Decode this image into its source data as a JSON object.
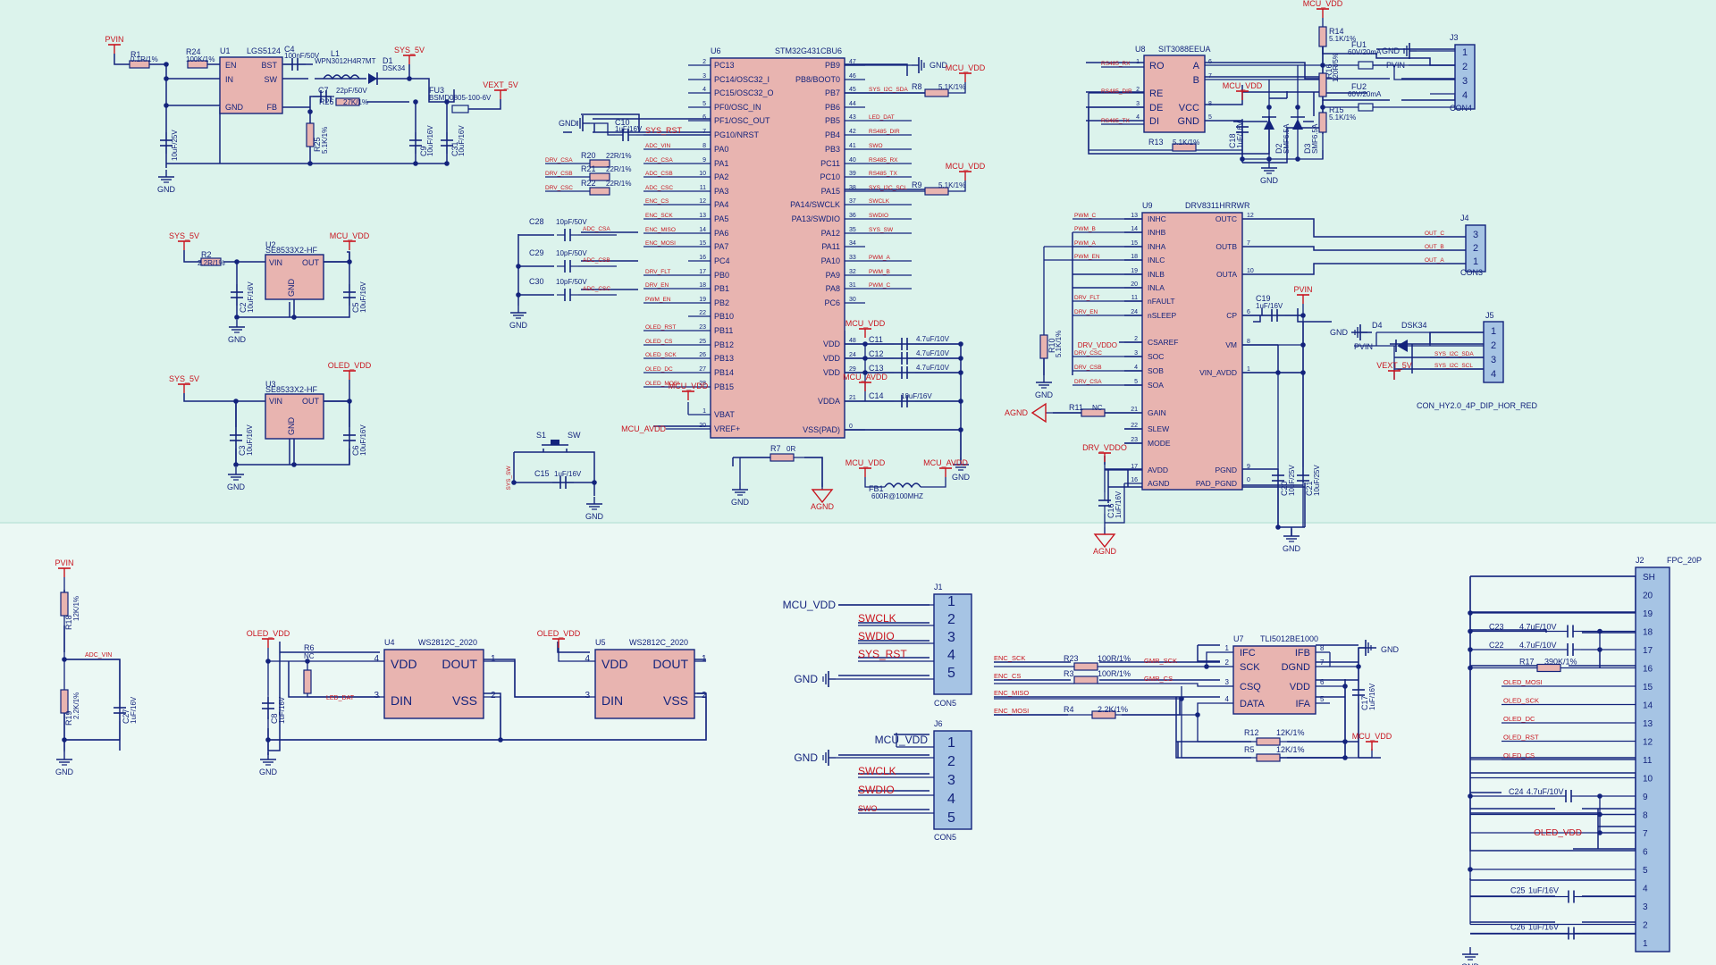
{
  "colors": {
    "background": "#ebf8f4",
    "zone": "#dcf3ec",
    "wire": "#13237c",
    "net": "#c8141e",
    "chip": "#e8b4b0",
    "conn": "#a6c4e4",
    "text": "#13237c"
  },
  "nets": {
    "pvin": "PVIN",
    "sys5v": "SYS_5V",
    "vext5v": "VEXT_5V",
    "mcuvdd": "MCU_VDD",
    "oledvdd": "OLED_VDD",
    "gnd": "GND",
    "agnd": "AGND",
    "mcuavdd": "MCU_AVDD",
    "drvvddo": "DRV_VDDO",
    "adcvin": "ADC_VIN",
    "leddat": "LED_DAT"
  },
  "parts": {
    "r1": "R1",
    "r1v": "0.1R/1%",
    "r24": "R24",
    "r24v": "100K/1%",
    "u1": "U1",
    "u1v": "LGS5124",
    "c4": "C4",
    "c4v": "100nF/50V",
    "l1": "L1",
    "l1v": "WPN3012H4R7MT",
    "d1": "D1",
    "d1v": "DSK34",
    "c7": "C7",
    "c7v": "22pF/50V",
    "r26": "R26",
    "r26v": "27K/1%",
    "fu3": "FU3",
    "fu3v": "BSMD0805-100-6V",
    "r25": "R25",
    "r25v": "5.1K/1%",
    "c10": "C10",
    "c9": "C9",
    "c31": "C31",
    "c10uf25": "10uF/25V",
    "c10uf16": "10uF/16V",
    "u2": "U2",
    "u3": "U3",
    "se8533": "SE8533X2-HF",
    "r2": "R2",
    "r2v": "2.2R/1%",
    "c2": "C2",
    "c5": "C5",
    "c3": "C3",
    "c6": "C6",
    "u6": "U6",
    "u6v": "STM32G431CBU6",
    "c10b": "C10",
    "c10bv": "1uF/16V",
    "r20": "R20",
    "r21": "R21",
    "r22": "R22",
    "r22v": "22R/1%",
    "c28": "C28",
    "c29": "C29",
    "c30": "C30",
    "c10pf": "10pF/50V",
    "r8": "R8",
    "r9": "R9",
    "r51k": "5.1K/1%",
    "c11": "C11",
    "c12": "C12",
    "c13": "C13",
    "c47": "4.7uF/10V",
    "c14": "C14",
    "c14v": "10uF/16V",
    "s1": "S1",
    "sw": "SW",
    "c15": "C15",
    "c15v": "1uF/16V",
    "r7": "R7",
    "r7v": "0R",
    "fb1": "FB1",
    "fb1v": "600R@100MHZ",
    "u8": "U8",
    "u8v": "SIT3088EEUA",
    "r14": "R14",
    "r15": "R15",
    "r16": "R16",
    "r16v": "120R/5%",
    "fu1": "FU1",
    "fu2": "FU2",
    "fuv": "60V/20mA",
    "c18": "C18",
    "c18v": "1uF/16V",
    "r13": "R13",
    "d2": "D2",
    "d3": "D3",
    "smf": "SMF6.5A",
    "j3": "J3",
    "con4": "CON4",
    "u9": "U9",
    "u9v": "DRV8311HRRWR",
    "j4": "J4",
    "con3": "CON3",
    "r10": "R10",
    "r11": "R11",
    "nc": "NC",
    "c19": "C19",
    "c19v": "1uF/16V",
    "c16": "C16",
    "c16v": "1uF/16V",
    "c20": "C20",
    "c21": "C21",
    "d4": "D4",
    "d4v": "DSK34",
    "j5": "J5",
    "j5v": "CON_HY2.0_4P_DIP_HOR_RED",
    "r18": "R18",
    "r18v": "12K/1%",
    "r19": "R19",
    "r19v": "2.2K/1%",
    "c27": "C27",
    "c27v": "1uF/16V",
    "r6": "R6",
    "r6v": "NC",
    "c8": "C8",
    "c8v": "1uF/16V",
    "u4": "U4",
    "u5": "U5",
    "ws": "WS2812C_2020",
    "j1": "J1",
    "j6": "J6",
    "con5": "CON5",
    "u7": "U7",
    "u7v": "TLI5012BE1000",
    "r23": "R23",
    "r3": "R3",
    "r100": "100R/1%",
    "r4": "R4",
    "r4v": "2.2K/1%",
    "r12": "R12",
    "r5": "R5",
    "r12k": "12K/1%",
    "c17": "C17",
    "c17v": "1uF/16V",
    "j2": "J2",
    "j2v": "FPC_20P",
    "r17": "R17",
    "r17v": "390K/1%",
    "c23": "C23",
    "c22": "C22",
    "c24": "C24",
    "c25": "C25",
    "c26": "C26",
    "c1uf": "1uF/16V"
  },
  "pins": {
    "u1_left": [
      "EN",
      "IN",
      "GND"
    ],
    "u1_right": [
      "BST",
      "SW",
      "FB"
    ],
    "ldo": [
      "VIN",
      "OUT",
      "GND"
    ],
    "u6_left": [
      "PC13",
      "PC14/OSC32_I",
      "PC15/OSC32_O",
      "PF0/OSC_IN",
      "PF1/OSC_OUT",
      "PG10/NRST",
      "PA0",
      "PA1",
      "PA2",
      "PA3",
      "PA4",
      "PA5",
      "PA6",
      "PA7",
      "PC4",
      "PB0",
      "PB1",
      "PB2",
      "PB10",
      "PB11",
      "PB12",
      "PB13",
      "PB14",
      "PB15",
      "VBAT",
      "VREF+"
    ],
    "u6_left_num": [
      "2",
      "3",
      "4",
      "5",
      "6",
      "7",
      "8",
      "9",
      "10",
      "11",
      "12",
      "13",
      "14",
      "15",
      "16",
      "17",
      "18",
      "19",
      "22",
      "23",
      "25",
      "26",
      "27",
      "28",
      "1",
      "20"
    ],
    "u6_right": [
      "PB9",
      "PB8/BOOT0",
      "PB7",
      "PB6",
      "PB5",
      "PB4",
      "PB3",
      "PC11",
      "PC10",
      "PA15",
      "PA14/SWCLK",
      "PA13/SWDIO",
      "PA12",
      "PA11",
      "PA10",
      "PA9",
      "PA8",
      "PC6",
      "VDD",
      "VDD",
      "VDD",
      "VDDA",
      "VSS(PAD)"
    ],
    "u6_right_num": [
      "47",
      "46",
      "45",
      "44",
      "43",
      "42",
      "41",
      "40",
      "39",
      "38",
      "37",
      "36",
      "35",
      "34",
      "33",
      "32",
      "31",
      "30",
      "48",
      "24",
      "29",
      "21",
      "0"
    ],
    "u6_ln": [
      "",
      "",
      "",
      "",
      "",
      "SYS_RST",
      "ADC_VIN",
      "ADC_CSA",
      "ADC_CSB",
      "ADC_CSC",
      "ENC_CS",
      "ENC_SCK",
      "ENC_MISO",
      "ENC_MOSI",
      "",
      "DRV_FLT",
      "DRV_EN",
      "PWM_EN",
      "",
      "OLED_RST",
      "OLED_CS",
      "OLED_SCK",
      "OLED_DC",
      "OLED_MOSI",
      "",
      ""
    ],
    "u6_rn": [
      "",
      "",
      "SYS_I2C_SDA",
      "",
      "LED_DAT",
      "RS485_DIR",
      "SWO",
      "RS485_RX",
      "RS485_TX",
      "SYS_I2C_SCL",
      "SWCLK",
      "SWDIO",
      "SYS_SW",
      "",
      "PWM_A",
      "PWM_B",
      "PWM_C",
      "",
      "",
      "",
      "",
      "",
      ""
    ],
    "u6_drvnets": [
      "DRV_CSA",
      "DRV_CSB",
      "DRV_CSC"
    ],
    "adc": [
      "ADC_CSA",
      "ADC_CSB",
      "ADC_CSC"
    ],
    "sys_sw": "SYS_SW",
    "u8_left": [
      "RO",
      "RE",
      "DE",
      "DI"
    ],
    "u8_right": [
      "A",
      "B",
      "VCC",
      "GND"
    ],
    "u8_net": [
      "RS485_RX",
      "RS485_DIR",
      "RS485_TX"
    ],
    "u8_ln": [
      "1",
      "2",
      "3",
      "4"
    ],
    "u8_rn": [
      "6",
      "7",
      "8",
      "5"
    ],
    "j3": [
      "1",
      "2",
      "3",
      "4"
    ],
    "u9_left": [
      "INHC",
      "INHB",
      "INHA",
      "INLC",
      "INLB",
      "INLA",
      "nFAULT",
      "nSLEEP",
      "CSAREF",
      "SOC",
      "SOB",
      "SOA",
      "GAIN",
      "SLEW",
      "MODE",
      "AVDD",
      "AGND"
    ],
    "u9_left_num": [
      "13",
      "14",
      "15",
      "18",
      "19",
      "20",
      "11",
      "24",
      "2",
      "3",
      "4",
      "5",
      "21",
      "22",
      "23",
      "17",
      "16"
    ],
    "u9_right": [
      "OUTC",
      "OUTB",
      "OUTA",
      "CP",
      "VM",
      "VIN_AVDD",
      "PGND",
      "PAD_PGND"
    ],
    "u9_right_num": [
      "12",
      "7",
      "10",
      "6",
      "8",
      "1",
      "9",
      "0"
    ],
    "u9_nets": [
      "PWM_C",
      "PWM_B",
      "PWM_A",
      "PWM_EN",
      "",
      "",
      "DRV_FLT",
      "DRV_EN",
      "",
      "DRV_CSC",
      "DRV_CSB",
      "DRV_CSA"
    ],
    "u9_out": [
      "OUT_C",
      "OUT_B",
      "OUT_A"
    ],
    "j4": [
      "3",
      "2",
      "1"
    ],
    "j5": [
      "1",
      "2",
      "3",
      "4"
    ],
    "j5_net": [
      "SYS_I2C_SDA",
      "SYS_I2C_SCL"
    ],
    "ws": [
      "VDD",
      "DOUT",
      "DIN",
      "VSS"
    ],
    "ws_num": [
      "4",
      "1",
      "3",
      "2"
    ],
    "j1": [
      "1",
      "2",
      "3",
      "4",
      "5"
    ],
    "j1_net": [
      "SWCLK",
      "SWDIO",
      "SYS_RST"
    ],
    "j6": [
      "1",
      "2",
      "3",
      "4",
      "5"
    ],
    "j6_net": [
      "SWCLK",
      "SWDIO",
      "SWO"
    ],
    "u7_left": [
      "IFC",
      "SCK",
      "CSQ",
      "DATA"
    ],
    "u7_right": [
      "IFB",
      "DGND",
      "VDD",
      "IFA"
    ],
    "u7_ln": [
      "1",
      "2",
      "3",
      "4"
    ],
    "u7_rn": [
      "8",
      "7",
      "6",
      "5"
    ],
    "u7_nets": [
      "ENC_SCK",
      "ENC_CS",
      "ENC_MISO",
      "ENC_MOSI"
    ],
    "gmr": [
      "GMR_SCK",
      "GMR_CS"
    ],
    "j2": [
      "SH",
      "20",
      "19",
      "18",
      "17",
      "16",
      "15",
      "14",
      "13",
      "12",
      "11",
      "10",
      "9",
      "8",
      "7",
      "6",
      "5",
      "4",
      "3",
      "2",
      "1"
    ],
    "j2_net": [
      "OLED_MOSI",
      "OLED_SCK",
      "OLED_DC",
      "OLED_RST",
      "OLED_CS"
    ]
  }
}
